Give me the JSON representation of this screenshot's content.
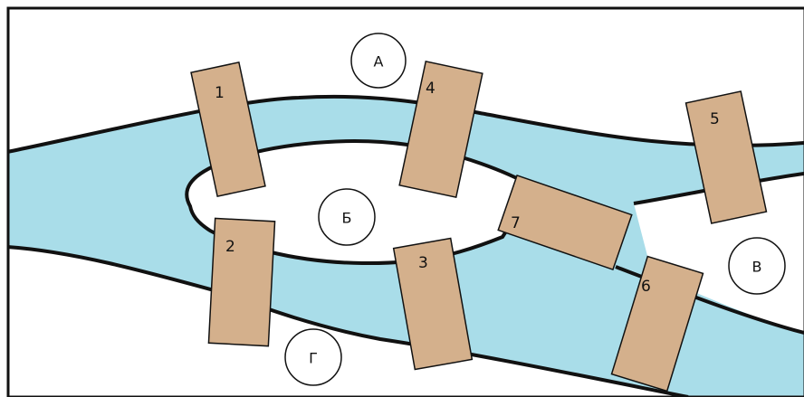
{
  "colors": {
    "water": "#a9dde9",
    "land": "#ffffff",
    "bridge": "#d4b08c",
    "stroke": "#111111"
  },
  "regions": [
    {
      "id": "A",
      "label": "А"
    },
    {
      "id": "B",
      "label": "Б"
    },
    {
      "id": "V",
      "label": "В"
    },
    {
      "id": "G",
      "label": "Г"
    }
  ],
  "bridges": [
    {
      "label": "1"
    },
    {
      "label": "2"
    },
    {
      "label": "3"
    },
    {
      "label": "4"
    },
    {
      "label": "5"
    },
    {
      "label": "6"
    },
    {
      "label": "7"
    }
  ]
}
